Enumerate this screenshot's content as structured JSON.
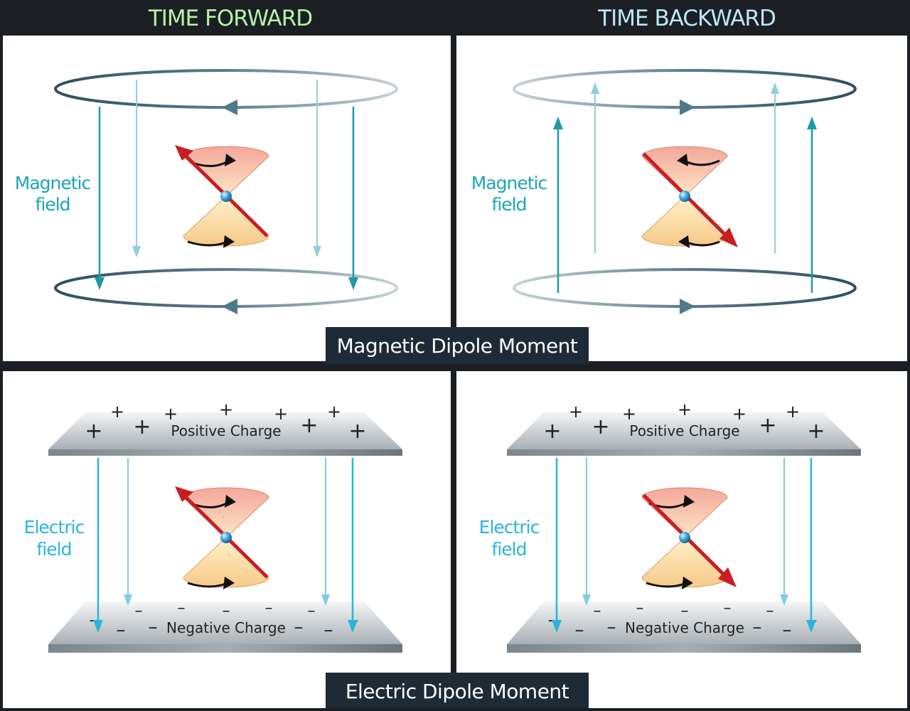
{
  "headers": {
    "left": "TIME FORWARD",
    "right": "TIME BACKWARD"
  },
  "captions": {
    "magnetic": "Magnetic Dipole Moment",
    "electric": "Electric Dipole Moment"
  },
  "field_labels": {
    "magnetic_line1": "Magnetic",
    "magnetic_line2": "field",
    "electric_line1": "Electric",
    "electric_line2": "field"
  },
  "plates": {
    "positive": "Positive Charge",
    "negative": "Negative Charge",
    "positive_mark": "+",
    "negative_mark": "–"
  },
  "colors": {
    "header_forward": "#b8f0a8",
    "header_backward": "#bfe6f7",
    "field_label": "#1aa6b4",
    "magnetic_field_line": "#1e9aa8",
    "electric_field_line": "#2bb4dc",
    "dipole_arrow": "#c81e24",
    "panel_bg": "#ffffff",
    "frame": "#1b1e22",
    "caption_bg": "#1e2a36"
  }
}
